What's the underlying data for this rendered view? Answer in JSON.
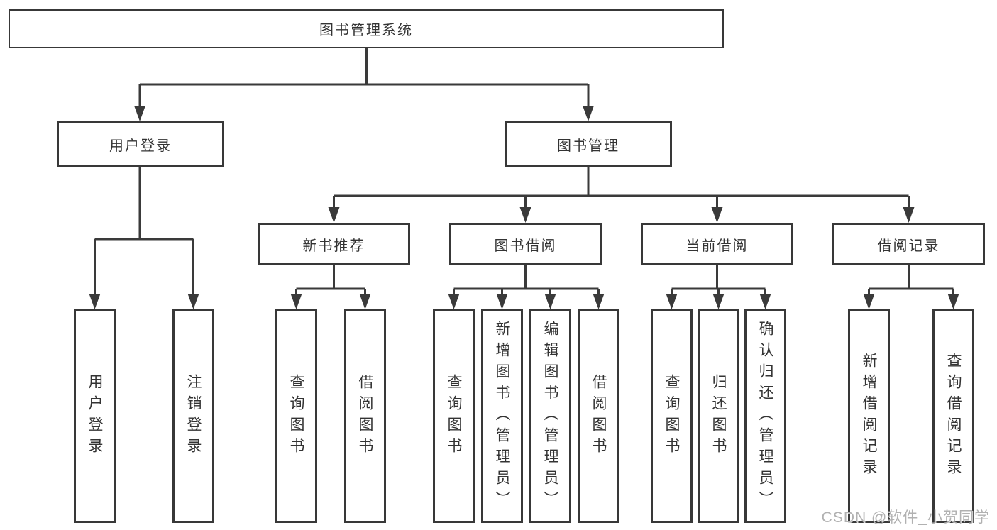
{
  "diagram": {
    "root": "图书管理系统",
    "level2": [
      "用户登录",
      "图书管理"
    ],
    "level3": [
      "新书推荐",
      "图书借阅",
      "当前借阅",
      "借阅记录"
    ],
    "leaves_user_login": [
      "用户登录",
      "注销登录"
    ],
    "leaves_new_book": [
      "查询图书",
      "借阅图书"
    ],
    "leaves_book_borrow": [
      "查询图书",
      "新增图书（管理员）",
      "编辑图书（管理员）",
      "借阅图书"
    ],
    "leaves_current_borrow": [
      "查询图书",
      "归还图书",
      "确认归还（管理员）"
    ],
    "leaves_borrow_records": [
      "新增借阅记录",
      "查询借阅记录"
    ]
  },
  "watermark": "CSDN @软件_小贺同学",
  "colors": {
    "line": "#3a3a3a",
    "border": "#383838",
    "text": "#333333",
    "watermark": "#adadad"
  }
}
